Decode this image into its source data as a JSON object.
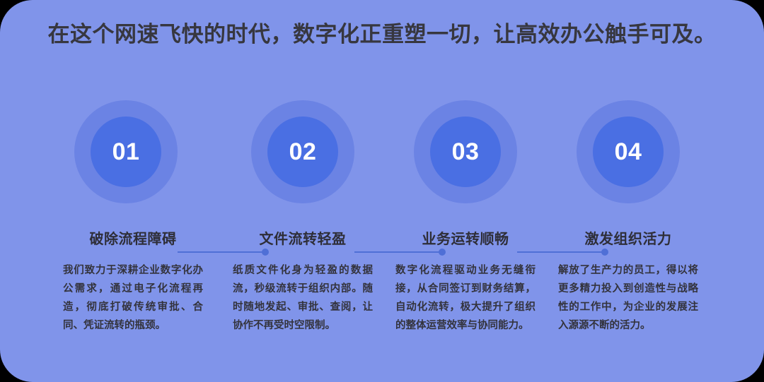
{
  "poster": {
    "title": "在这个网速飞快的时代，数字化正重塑一切，让高效办公触手可及。",
    "background_color": "#8094ea",
    "title_color": "#37373f",
    "ring_color": "#6b83e4",
    "circle_color": "#4a6fe3",
    "connector_color": "#4f6fd6",
    "number_color": "#ffffff"
  },
  "steps": [
    {
      "number": "01",
      "heading": "破除流程障碍",
      "body": "我们致力于深耕企业数字化办公需求，通过电子化流程再造，彻底打破传统审批、合同、凭证流转的瓶颈。"
    },
    {
      "number": "02",
      "heading": "文件流转轻盈",
      "body": "纸质文件化身为轻盈的数据流，秒级流转于组织内部。随时随地发起、审批、查阅，让协作不再受时空限制。"
    },
    {
      "number": "03",
      "heading": "业务运转顺畅",
      "body": "数字化流程驱动业务无缝衔接，从合同签订到财务结算，自动化流转，极大提升了组织的整体运营效率与协同能力。"
    },
    {
      "number": "04",
      "heading": "激发组织活力",
      "body": "解放了生产力的员工，得以将更多精力投入到创造性与战略性的工作中，为企业的发展注入源源不断的活力。"
    }
  ]
}
